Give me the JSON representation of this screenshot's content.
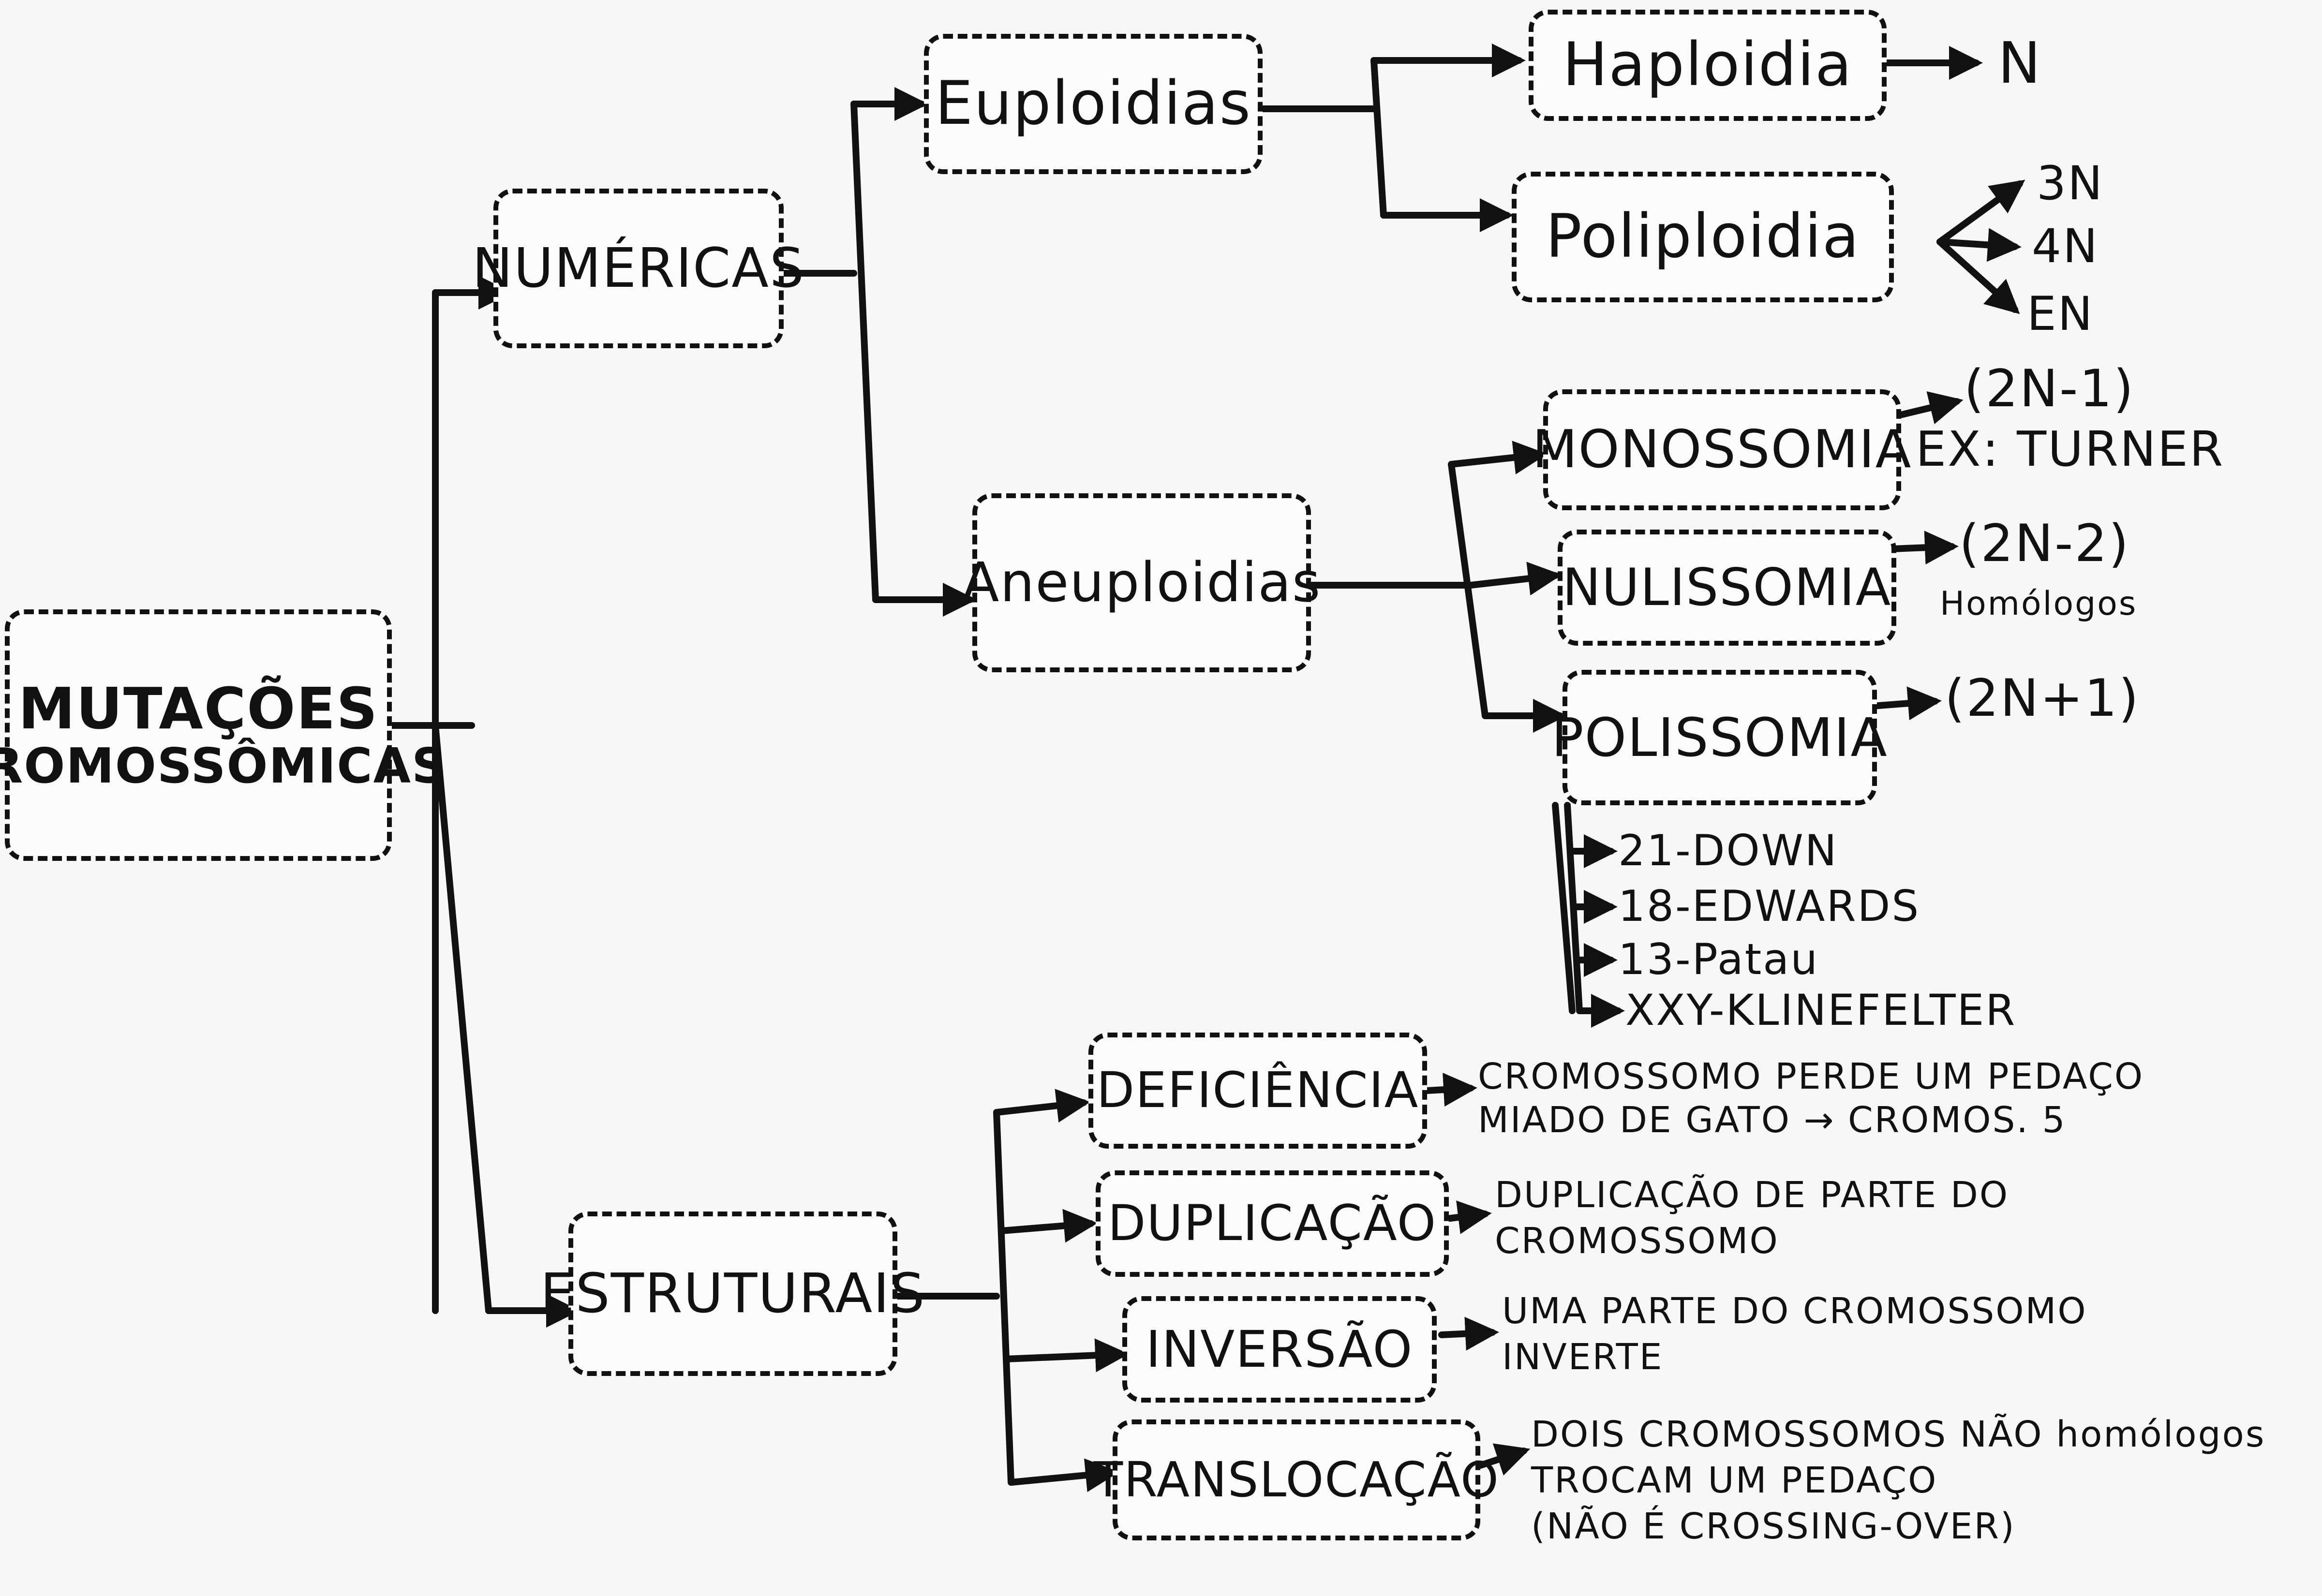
{
  "root": {
    "line1": "MUTAÇÕES",
    "line2": "CROMOSSÔMICAS"
  },
  "numericas": "NUMÉRICAS",
  "estruturais": "ESTRUTURAIS",
  "euploidias": "Euploidias",
  "aneuploidias": "Aneuploidias",
  "haploidia": "Haploidia",
  "haploidia_result": "N",
  "poliploidia": "Poliploidia",
  "poliploidia_results": [
    "3N",
    "4N",
    "EN"
  ],
  "monossomia": "MONOSSOMIA",
  "monossomia_formula": "(2N-1)",
  "monossomia_example": "EX: TURNER",
  "nulissomia": "NULISSOMIA",
  "nulissomia_formula": "(2N-2)",
  "nulissomia_note": "Homólogos",
  "polissomia": "POLISSOMIA",
  "polissomia_formula": "(2N+1)",
  "polissomia_examples": [
    "21-DOWN",
    "18-EDWARDS",
    "13-Patau",
    "XXY-KLINEFELTER"
  ],
  "deficiencia": "DEFICIÊNCIA",
  "deficiencia_desc": [
    "CROMOSSOMO PERDE UM PEDAÇO",
    "MIADO DE GATO → CROMOS. 5"
  ],
  "duplicacao": "DUPLICAÇÃO",
  "duplicacao_desc": [
    "DUPLICAÇÃO DE PARTE DO",
    "CROMOSSOMO"
  ],
  "inversao": "INVERSÃO",
  "inversao_desc": [
    "UMA PARTE DO CROMOSSOMO",
    "INVERTE"
  ],
  "translocacao": "TRANSLOCAÇÃO",
  "translocacao_desc": [
    "DOIS CROMOSSOMOS NÃO homólogos",
    "TROCAM UM PEDAÇO",
    "(NÃO É CROSSING-OVER)"
  ],
  "colors": {
    "ink": "#111111",
    "paper": "#f7f7f5"
  }
}
